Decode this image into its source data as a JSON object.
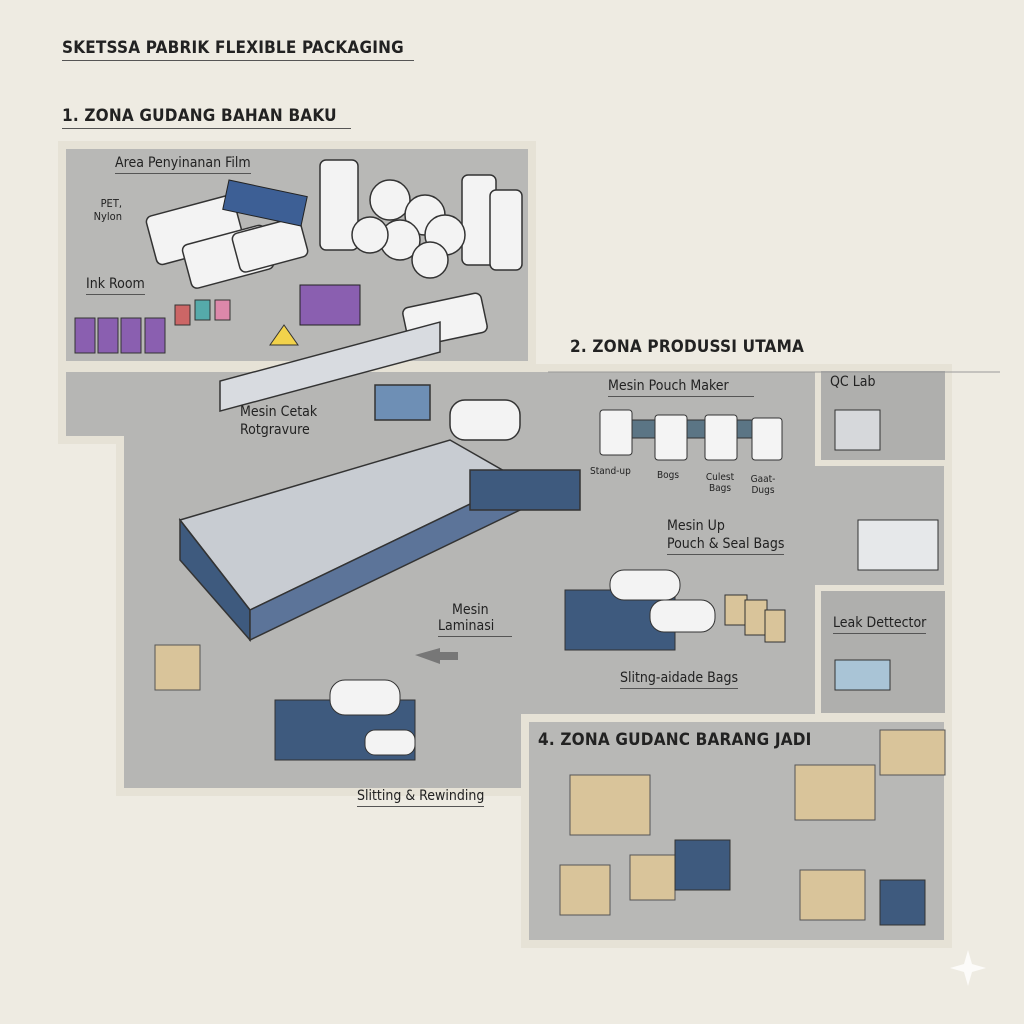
{
  "title": "SKETSSA PABRIK FLEXIBLE PACKAGING",
  "zones": {
    "zone1": {
      "title": "1. ZONA GUDANG BAHAN BAKU",
      "area_film": "Area Penyinanan Film",
      "film_types": "PET, Nylon",
      "ink_room": "Ink Room"
    },
    "zone2": {
      "title": "2. ZONA PRODUSSI UTAMA",
      "printing": "Mesin Cetak Rotgravure",
      "pouch_maker": "Mesin Pouch Maker",
      "pouch_types": [
        "Stand-up",
        "Bogs",
        "Culest Bags",
        "Gaat-Dugs"
      ],
      "up_pouch_line1": "Mesin Up",
      "up_pouch_line2": "Pouch & Seal Bags",
      "lamination_line1": "Mesin",
      "lamination_line2": "Laminasi",
      "slitting_bags": "Slitng-aidade Bags",
      "slitting": "Slitting & Rewinding"
    },
    "qc": {
      "qc_lab": "QC Lab",
      "leak": "Leak Dettector"
    },
    "zone4": {
      "title": "4. ZONA GUDANC BARANG JADI"
    }
  },
  "colors": {
    "floor": "#b9b9b7",
    "wall": "#e6e2d6",
    "machine_blue": "#3e5a7e",
    "box": "#d9c49a",
    "ink_purple": "#8a5fb0"
  }
}
